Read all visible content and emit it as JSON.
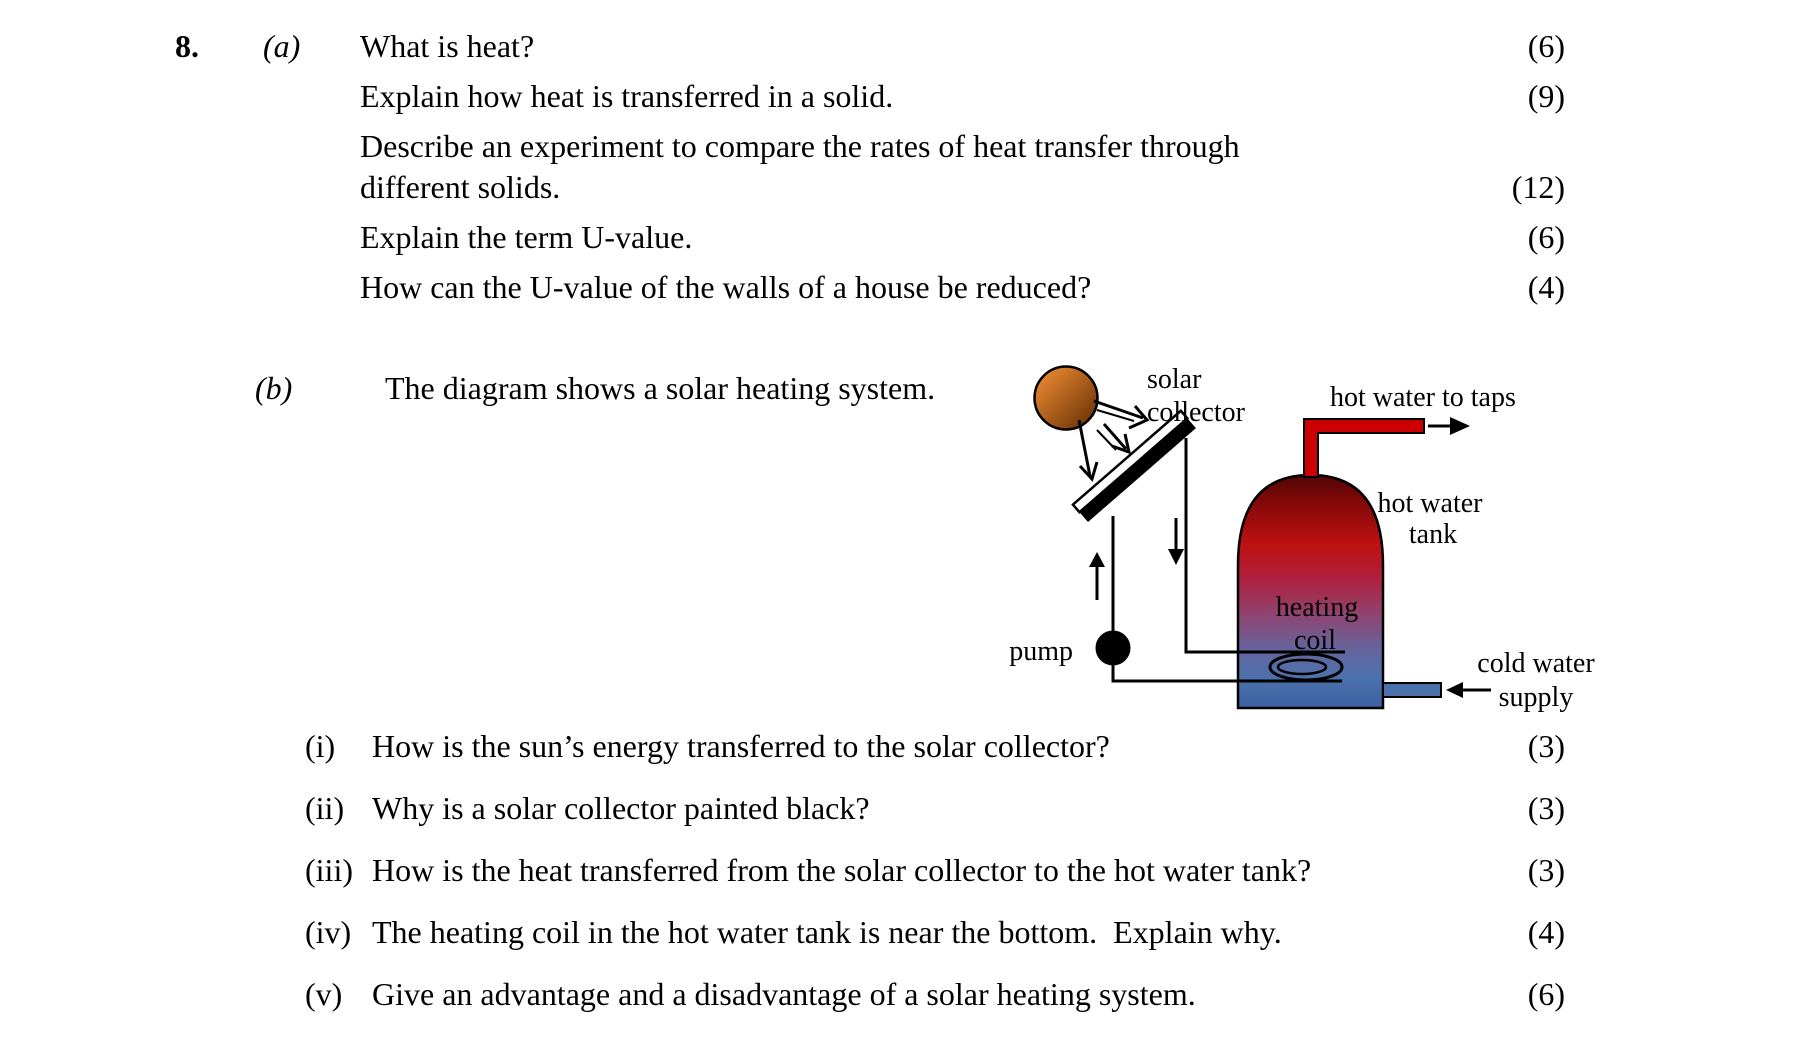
{
  "question": {
    "number": "8.",
    "part_a": {
      "label": "(a)",
      "items": [
        {
          "lines": [
            "What is heat?"
          ],
          "marks": "(6)"
        },
        {
          "lines": [
            "Explain how heat is transferred in a solid."
          ],
          "marks": "(9)"
        },
        {
          "lines": [
            "Describe an experiment to compare the rates of heat transfer through",
            "different solids."
          ],
          "marks": "(12)"
        },
        {
          "lines": [
            "Explain the term U-value."
          ],
          "marks": "(6)"
        },
        {
          "lines": [
            "How can the U-value of the walls of a house be reduced?"
          ],
          "marks": "(4)"
        }
      ]
    },
    "part_b": {
      "label": "(b)",
      "intro": "The diagram shows a solar heating system.",
      "items": [
        {
          "num": "(i)",
          "text": "How is the sun’s energy transferred to the solar collector?",
          "marks": "(3)"
        },
        {
          "num": "(ii)",
          "text": "Why is a solar collector painted black?",
          "marks": "(3)"
        },
        {
          "num": "(iii)",
          "text": "How is the heat transferred from the solar collector to the hot water tank?",
          "marks": "(3)"
        },
        {
          "num": "(iv)",
          "text": "The heating coil in the hot water tank is near the bottom.  Explain why.",
          "marks": "(4)"
        },
        {
          "num": "(v)",
          "text": "Give an advantage and a disadvantage of a solar heating system.",
          "marks": "(6)"
        }
      ]
    }
  },
  "diagram": {
    "labels": {
      "solar_collector_1": "solar",
      "solar_collector_2": "collector",
      "hot_water_to_taps": "hot water to taps",
      "hot_water_tank_1": "hot water",
      "hot_water_tank_2": "tank",
      "heating_coil_1": "heating",
      "heating_coil_2": "coil",
      "pump": "pump",
      "cold_water_supply_1": "cold water",
      "cold_water_supply_2": "supply"
    },
    "colors": {
      "sun_light": "#E2832F",
      "sun_dark": "#5F2B01",
      "hot_pipe": "#CC0000",
      "cold_pipe": "#4A71A9",
      "tank_stops": [
        "#4F0505",
        "#7E0808",
        "#BE1111",
        "#B01F3C",
        "#8F4470",
        "#68639B",
        "#4C72AD",
        "#3C60A2"
      ]
    }
  }
}
